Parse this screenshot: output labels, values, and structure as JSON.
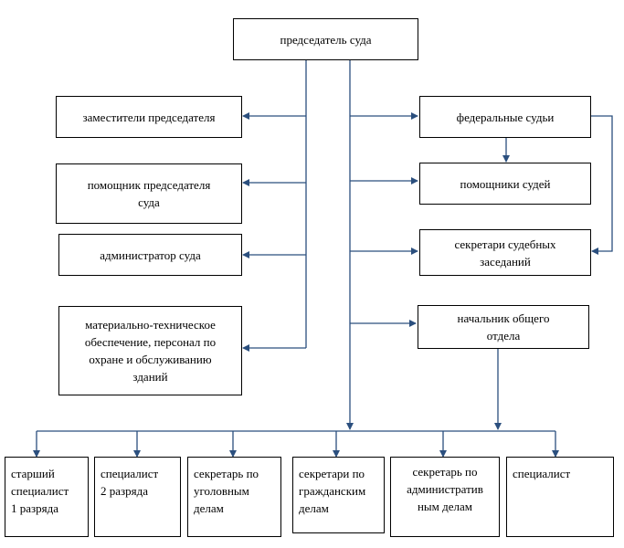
{
  "nodes": {
    "chairman": "председатель суда",
    "deputies": "заместители председателя",
    "chairman_assistant": "помощник председателя\nсуда",
    "administrator": "администратор суда",
    "support_staff": "материально-техническое\nобеспечение, персонал по\nохране и обслуживанию\nзданий",
    "federal_judges": "федеральные судьи",
    "judges_assistants": "помощники судей",
    "hearing_secretaries": "секретари судебных\nзаседаний",
    "general_dept_head": "начальник общего\nотдела",
    "senior_specialist": "старший\nспециалист\n1 разряда",
    "specialist_2": "специалист\n2 разряда",
    "criminal_secretary": "секретарь по\nуголовным\nделам",
    "civil_secretaries": "секретари по\nгражданским\nделам",
    "admin_secretary": "секретарь по\nадминистратив\nным делам",
    "specialist": "специалист"
  },
  "colors": {
    "connector": "#2b4f7e",
    "border": "#000000"
  }
}
